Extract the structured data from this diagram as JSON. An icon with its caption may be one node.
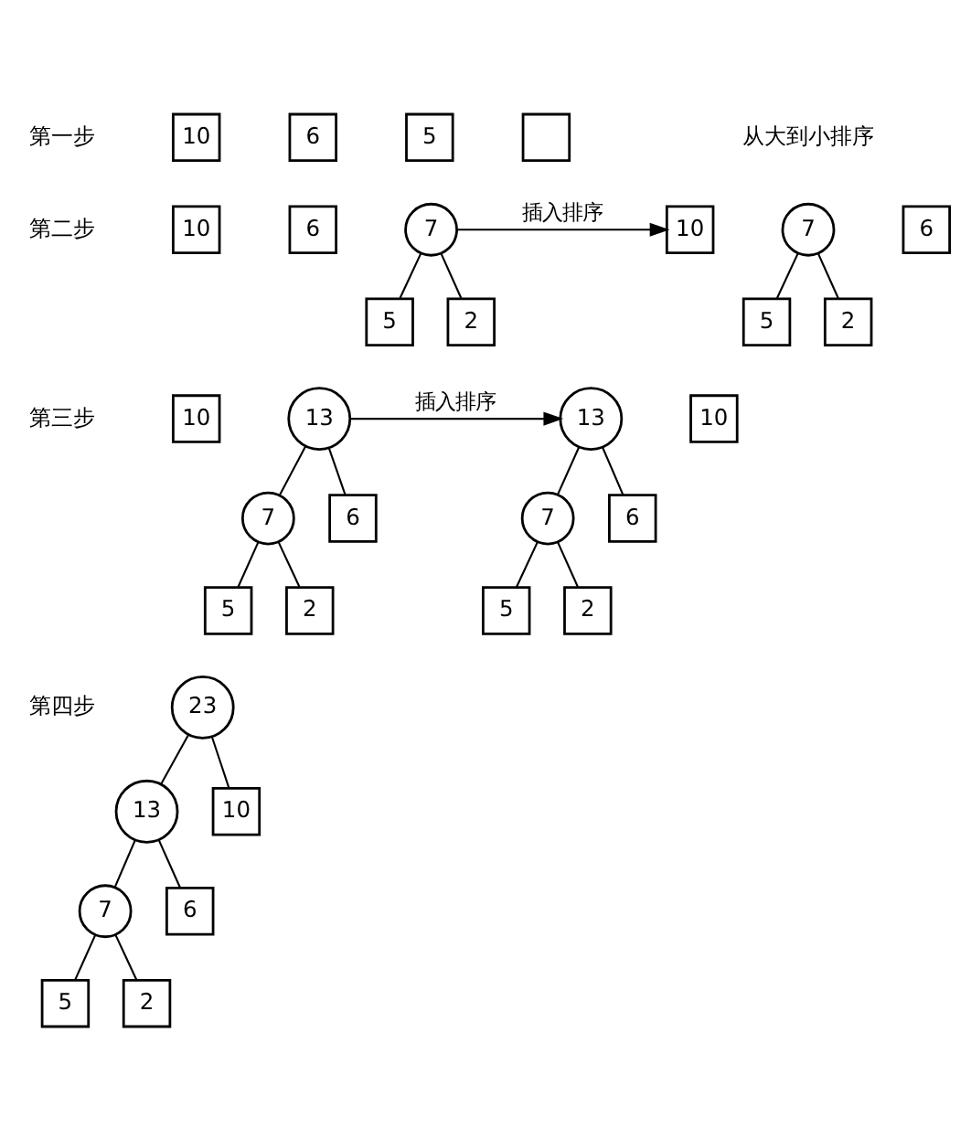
{
  "diagram": {
    "nodes": [
      {
        "text": [
          "10"
        ]
      },
      {
        "text": [
          "6"
        ]
      },
      {
        "text": [
          "5"
        ]
      },
      {
        "text": [],
        "shape": "box"
      },
      {
        "text": [
          "10"
        ]
      },
      {
        "text": [
          "6"
        ]
      },
      {
        "text": [
          "7"
        ]
      },
      {
        "text": [
          "5"
        ]
      },
      {
        "text": [
          "2"
        ]
      },
      {
        "text": [
          "10"
        ]
      },
      {
        "text": [
          "7"
        ]
      },
      {
        "text": [
          "6"
        ]
      },
      {
        "text": [
          "5"
        ]
      },
      {
        "text": [
          "2"
        ]
      },
      {
        "text": [
          "10"
        ]
      },
      {
        "text": [
          "13"
        ]
      },
      {
        "text": [
          "7"
        ]
      },
      {
        "text": [
          "6"
        ]
      },
      {
        "text": [
          "5"
        ]
      },
      {
        "text": [
          "2"
        ]
      },
      {
        "text": [
          "13"
        ]
      },
      {
        "text": [
          "10"
        ]
      },
      {
        "text": [
          "7"
        ]
      },
      {
        "text": [
          "6"
        ]
      },
      {
        "text": [
          "5"
        ]
      },
      {
        "text": [
          "2"
        ]
      },
      {
        "text": [
          "23"
        ]
      },
      {
        "text": [
          "13"
        ]
      },
      {
        "text": [
          "10"
        ]
      },
      {
        "text": [
          "7"
        ]
      },
      {
        "text": [
          "6"
        ]
      },
      {
        "text": [
          "5"
        ]
      },
      {
        "text": [
          "2"
        ]
      }
    ],
    "edges": [
      {
        "from": 6,
        "to": 7,
        "arrow": "none"
      },
      {
        "from": 6,
        "to": 8,
        "arrow": "none"
      },
      {
        "from": 6,
        "to": 9,
        "arrow": "to",
        "label": "插入排序"
      },
      {
        "from": 10,
        "to": 12,
        "arrow": "none"
      },
      {
        "from": 10,
        "to": 13,
        "arrow": "none"
      },
      {
        "from": 15,
        "to": 16,
        "arrow": "none"
      },
      {
        "from": 15,
        "to": 17,
        "arrow": "none"
      },
      {
        "from": 16,
        "to": 18,
        "arrow": "none"
      },
      {
        "from": 16,
        "to": 19,
        "arrow": "none"
      },
      {
        "from": 15,
        "to": 20,
        "arrow": "to",
        "label": "插入排序"
      },
      {
        "from": 20,
        "to": 22,
        "arrow": "none"
      },
      {
        "from": 20,
        "to": 23,
        "arrow": "none"
      },
      {
        "from": 22,
        "to": 24,
        "arrow": "none"
      },
      {
        "from": 22,
        "to": 25,
        "arrow": "none"
      },
      {
        "from": 26,
        "to": 27,
        "arrow": "none"
      },
      {
        "from": 26,
        "to": 28,
        "arrow": "none"
      },
      {
        "from": 27,
        "to": 29,
        "arrow": "none"
      },
      {
        "from": 27,
        "to": 30,
        "arrow": "none"
      },
      {
        "from": 29,
        "to": 31,
        "arrow": "none"
      },
      {
        "from": 29,
        "to": 32,
        "arrow": "none"
      }
    ],
    "labels": [
      "第一步",
      "从大到小排序",
      "第二步",
      "第三步",
      "第四步"
    ]
  }
}
